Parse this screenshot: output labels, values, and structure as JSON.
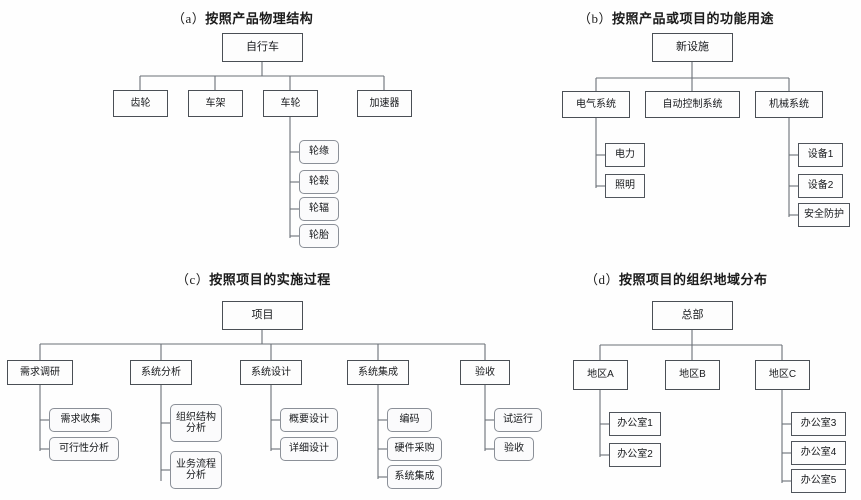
{
  "figure": {
    "background_color": "#fefefe",
    "box_border_color": "#4a4f55",
    "wire_color": "#6b7077"
  },
  "panels": [
    {
      "id": "a",
      "tag": "（a）",
      "title": "按照产品物理结构",
      "root": "自行车",
      "level1": [
        "齿轮",
        "车架",
        "车轮",
        "加速器"
      ],
      "wheel_parts": [
        "轮缘",
        "轮毂",
        "轮辐",
        "轮胎"
      ]
    },
    {
      "id": "b",
      "tag": "（b）",
      "title": "按照产品或项目的功能用途",
      "root": "新设施",
      "level1": [
        "电气系统",
        "自动控制系统",
        "机械系统"
      ],
      "electrical_children": [
        "电力",
        "照明"
      ],
      "mechanical_children": [
        "设备1",
        "设备2",
        "安全防护"
      ]
    },
    {
      "id": "c",
      "tag": "（c）",
      "title": "按照项目的实施过程",
      "root": "项目",
      "level1": [
        "需求调研",
        "系统分析",
        "系统设计",
        "系统集成",
        "验收"
      ],
      "children": [
        [
          "需求收集",
          "可行性分析"
        ],
        [
          "组织结构\n分析",
          "业务流程\n分析"
        ],
        [
          "概要设计",
          "详细设计"
        ],
        [
          "编码",
          "硬件采购",
          "系统集成"
        ],
        [
          "试运行",
          "验收"
        ]
      ]
    },
    {
      "id": "d",
      "tag": "（d）",
      "title": "按照项目的组织地域分布",
      "root": "总部",
      "level1": [
        "地区A",
        "地区B",
        "地区C"
      ],
      "region_a_offices": [
        "办公室1",
        "办公室2"
      ],
      "region_b_offices": [],
      "region_c_offices": [
        "办公室3",
        "办公室4",
        "办公室5"
      ]
    }
  ]
}
